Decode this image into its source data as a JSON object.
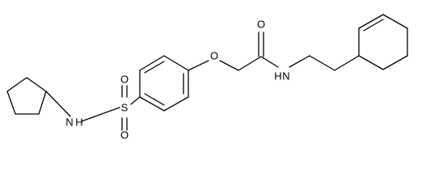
{
  "molecule": {
    "atoms": {
      "o_carbonyl": "O",
      "o_ether": "O",
      "n_amide": "N",
      "h_amide": "H",
      "n_sulfonamide": "N",
      "h_sulfonamide": "H",
      "s_sulfonyl": "S",
      "o_sulfonyl_top": "O",
      "o_sulfonyl_bottom": "O"
    },
    "colors": {
      "bond": "#000000",
      "label": "#000000",
      "background": "#ffffff"
    }
  }
}
